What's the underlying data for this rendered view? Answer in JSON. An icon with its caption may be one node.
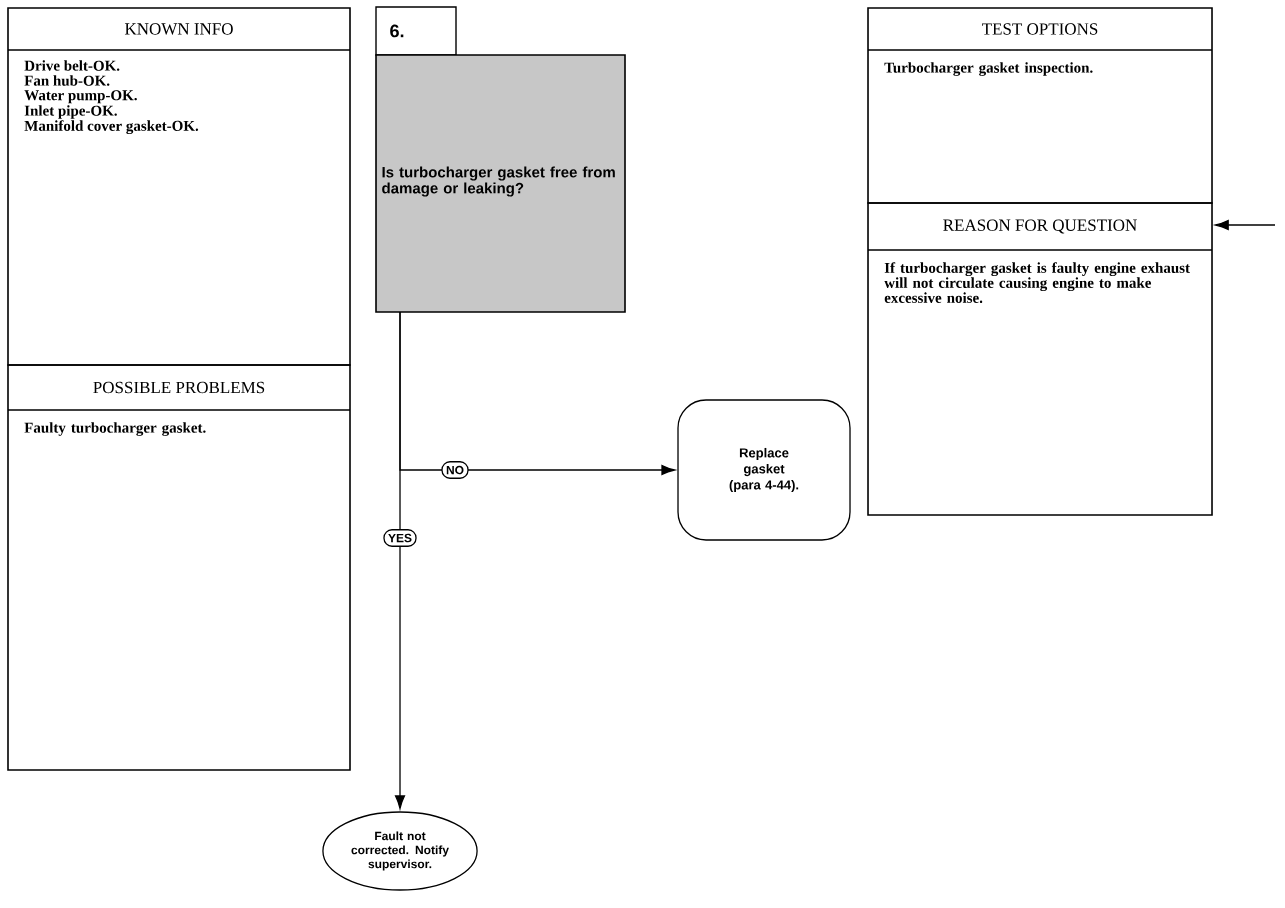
{
  "diagram": {
    "nodes": [
      {
        "text": [
          "KNOWN INFO",
          "Drive belt-OK.",
          "Fan hub-OK.",
          "Water pump-OK.",
          "Inlet pipe-OK.",
          "Manifold cover gasket-OK."
        ]
      },
      {
        "text": [
          "POSSIBLE PROBLEMS",
          "Faulty turbocharger gasket."
        ]
      },
      {
        "text": [
          "6.",
          "Is turbocharger gasket free from damage or leaking?"
        ]
      },
      {
        "text": [
          "Replace gasket (para 4-44)."
        ]
      },
      {
        "text": [
          "Fault not corrected. Notify supervisor."
        ]
      },
      {
        "text": [
          "TEST OPTIONS",
          "Turbocharger gasket inspection."
        ]
      },
      {
        "text": [
          "REASON FOR QUESTION",
          "If turbocharger gasket is faulty engine exhaust will not circulate causing engine to make excessive noise."
        ]
      }
    ],
    "edges": [
      {
        "from": 2,
        "to": 3,
        "arrow": "to",
        "label": "NO"
      },
      {
        "from": 2,
        "to": 4,
        "arrow": "to",
        "label": "YES"
      },
      {
        "from": null,
        "to": 6,
        "arrow": "to"
      }
    ]
  }
}
